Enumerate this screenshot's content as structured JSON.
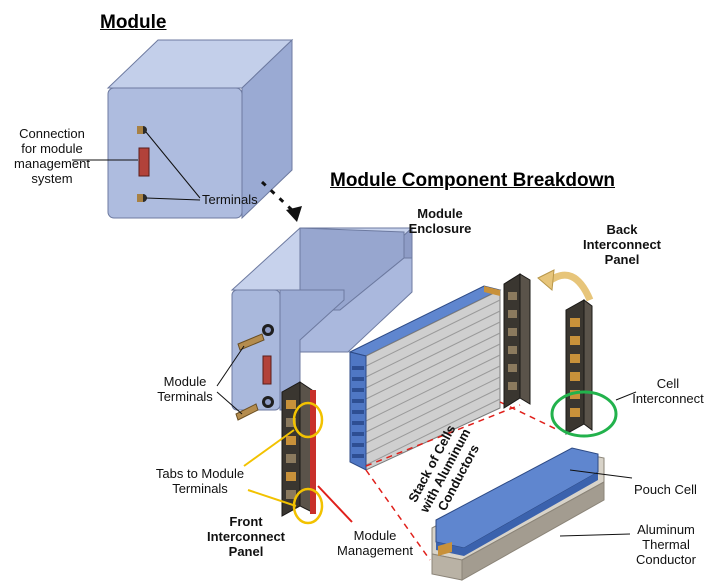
{
  "titles": {
    "module": "Module",
    "breakdown": "Module Component Breakdown"
  },
  "labels": {
    "connection": "Connection\nfor module\nmanagement\nsystem",
    "terminals": "Terminals",
    "module_enclosure": "Module\nEnclosure",
    "back_interconnect_panel": "Back\nInterconnect\nPanel",
    "module_terminals": "Module\nTerminals",
    "cell_interconnect": "Cell\nInterconnect",
    "tabs_to_module_terminals": "Tabs to Module\nTerminals",
    "stack_of_cells": "Stack of Cells\nwith Aluminum\nConductors",
    "front_interconnect_panel": "Front\nInterconnect\nPanel",
    "module_management": "Module\nManagement",
    "pouch_cell": "Pouch Cell",
    "aluminum_thermal_conductor": "Aluminum\nThermal\nConductor"
  },
  "colors": {
    "enclosure_fill": "#a9b8dc",
    "enclosure_dark": "#8797c3",
    "panel_dark": "#3a3630",
    "tab_copper": "#c8913a",
    "cell_blue": "#4f77c4",
    "cell_gray": "#c9c9c9",
    "highlight_yellow": "#f2c200",
    "highlight_green": "#22b24c",
    "highlight_red": "#e0201b",
    "arrow_gold": "#e7c57a"
  }
}
